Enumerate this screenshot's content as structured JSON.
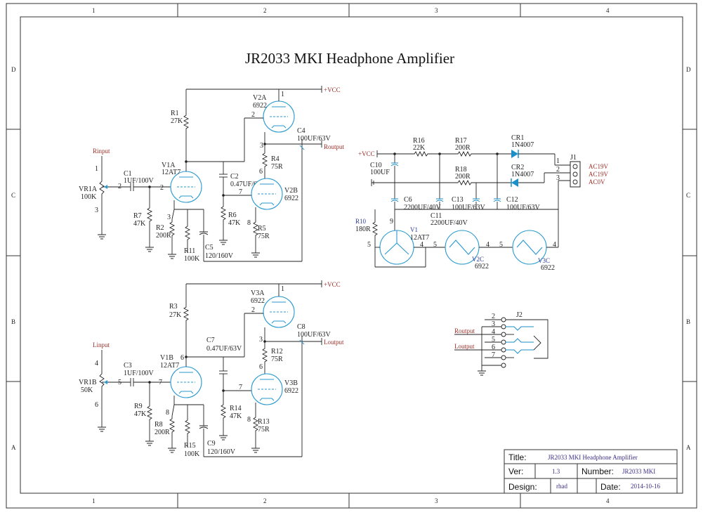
{
  "title": "JR2033 MKI Headphone Amplifier",
  "zones": {
    "cols": [
      "1",
      "2",
      "3",
      "4"
    ],
    "rows": [
      "D",
      "C",
      "B",
      "A"
    ]
  },
  "title_block": {
    "title_label": "Title:",
    "title_value": "JR2033 MKI Headphone Amplifier",
    "ver_label": "Ver:",
    "ver_value": "1.3",
    "number_label": "Number:",
    "number_value": "JR2033 MKI",
    "design_label": "Design:",
    "design_value": "rhad",
    "date_label": "Date:",
    "date_value": "2014-10-16"
  },
  "nets": {
    "vcc": "+VCC",
    "rinput": "Rinput",
    "linput": "Linput",
    "routput": "Routput",
    "loutput": "Loutput"
  },
  "parts": {
    "r1": [
      "R1",
      "27K"
    ],
    "r2": [
      "R2",
      "200R"
    ],
    "r3": [
      "R3",
      "27K"
    ],
    "r4": [
      "R4",
      "75R"
    ],
    "r5": [
      "R5",
      "75R"
    ],
    "r6": [
      "R6",
      "47K"
    ],
    "r7": [
      "R7",
      "47K"
    ],
    "r8": [
      "R8",
      "200R"
    ],
    "r9": [
      "R9",
      "47K"
    ],
    "r10": [
      "R10",
      "180R"
    ],
    "r11": [
      "R11",
      "100K"
    ],
    "r12": [
      "R12",
      "75R"
    ],
    "r13": [
      "R13",
      "75R"
    ],
    "r14": [
      "R14",
      "47K"
    ],
    "r15": [
      "R15",
      "100K"
    ],
    "r16": [
      "R16",
      "22K"
    ],
    "r17": [
      "R17",
      "200R"
    ],
    "r18": [
      "R18",
      "200R"
    ],
    "c1": [
      "C1",
      "1UF/100V"
    ],
    "c2": [
      "C2",
      "0.47UF/63V"
    ],
    "c3": [
      "C3",
      "1UF/100V"
    ],
    "c4": [
      "C4",
      "100UF/63V"
    ],
    "c5": [
      "C5",
      "120/160V"
    ],
    "c6": [
      "C6",
      "2200UF/40V"
    ],
    "c7": [
      "C7",
      "0.47UF/63V"
    ],
    "c8": [
      "C8",
      "100UF/63V"
    ],
    "c9": [
      "C9",
      "120/160V"
    ],
    "c10": [
      "C10",
      "100UF"
    ],
    "c11": [
      "C11",
      "2200UF/40V"
    ],
    "c12": [
      "C12",
      "100UF/63V"
    ],
    "c13": [
      "C13",
      "100UF/63V"
    ],
    "cr1": [
      "CR1",
      "1N4007"
    ],
    "cr2": [
      "CR2",
      "1N4007"
    ],
    "vr1a": [
      "VR1A",
      "100K"
    ],
    "vr1b": [
      "VR1B",
      "50K"
    ],
    "v1a": [
      "V1A",
      "12AT7"
    ],
    "v1b": [
      "V1B",
      "12AT7"
    ],
    "v2a": [
      "V2A",
      "6922"
    ],
    "v2b": [
      "V2B",
      "6922"
    ],
    "v3a": [
      "V3A",
      "6922"
    ],
    "v3b": [
      "V3B",
      "6922"
    ],
    "v1": [
      "V1",
      "12AT7"
    ],
    "v2c": [
      "V2C",
      "6922"
    ],
    "v3c": [
      "V3C",
      "6922"
    ],
    "j1": "J1",
    "j2": "J2"
  },
  "j1_pins": [
    "AC19V",
    "AC19V",
    "AC0V"
  ],
  "pins": {
    "p1": "1",
    "p2": "2",
    "p3": "3",
    "p4": "4",
    "p5": "5",
    "p6": "6",
    "p7": "7",
    "p8": "8",
    "p9": "9"
  }
}
